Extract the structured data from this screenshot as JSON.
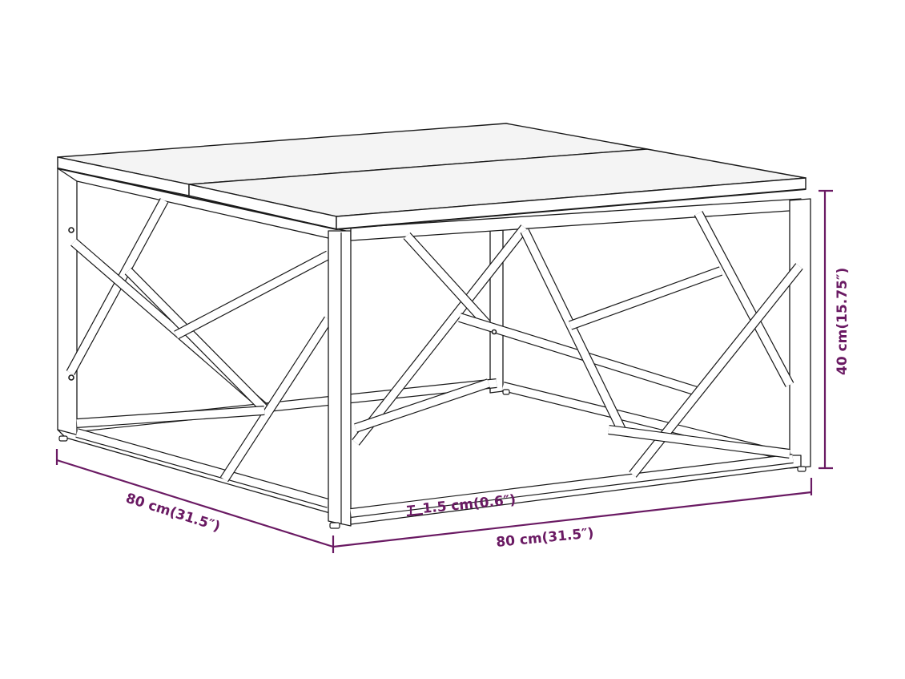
{
  "product": {
    "name": "Coffee table with geometric metal frame",
    "colors": {
      "dimension": "#6a1a63",
      "outline": "#1a1a1a",
      "tabletop": "#f4f4f4",
      "background": "#ffffff"
    }
  },
  "dimensions": {
    "depth": {
      "label": "80 cm(31.5″)",
      "value_cm": 80,
      "value_in": 31.5
    },
    "width": {
      "label": "80 cm(31.5″)",
      "value_cm": 80,
      "value_in": 31.5
    },
    "height": {
      "label": "40 cm(15.75″)",
      "value_cm": 40,
      "value_in": 15.75
    },
    "top_thickness": {
      "label": "1.5 cm(0.6″)",
      "value_cm": 1.5,
      "value_in": 0.6
    }
  }
}
